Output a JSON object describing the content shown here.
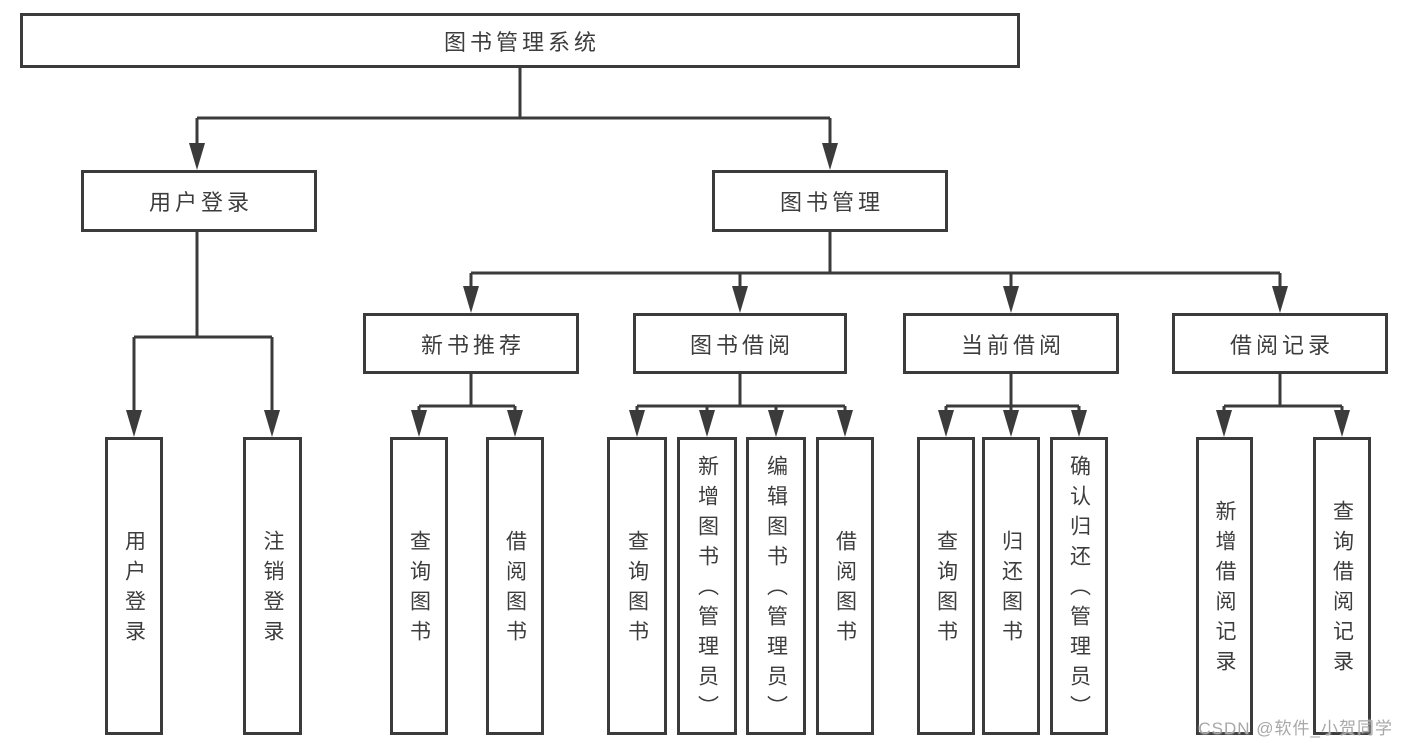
{
  "colors": {
    "line": "#3b3b3b",
    "node_border": "#3b3b3b",
    "node_text": "#3d3d3d",
    "node_background": "#ffffff",
    "page_background": "#ffffff",
    "watermark_text": "#a8a8a8"
  },
  "watermark": {
    "text": "CSDN @软件_小贺同学"
  },
  "tree": {
    "label": "图书管理系统",
    "children": [
      {
        "label": "用户登录",
        "children": [
          {
            "label": "用户登录"
          },
          {
            "label": "注销登录"
          }
        ]
      },
      {
        "label": "图书管理",
        "children": [
          {
            "label": "新书推荐",
            "children": [
              {
                "label": "查询图书"
              },
              {
                "label": "借阅图书"
              }
            ]
          },
          {
            "label": "图书借阅",
            "children": [
              {
                "label": "查询图书"
              },
              {
                "label": "新增图书（管理员）"
              },
              {
                "label": "编辑图书（管理员）"
              },
              {
                "label": "借阅图书"
              }
            ]
          },
          {
            "label": "当前借阅",
            "children": [
              {
                "label": "查询图书"
              },
              {
                "label": "归还图书"
              },
              {
                "label": "确认归还（管理员）"
              }
            ]
          },
          {
            "label": "借阅记录",
            "children": [
              {
                "label": "新增借阅记录"
              },
              {
                "label": "查询借阅记录"
              }
            ]
          }
        ]
      }
    ]
  }
}
